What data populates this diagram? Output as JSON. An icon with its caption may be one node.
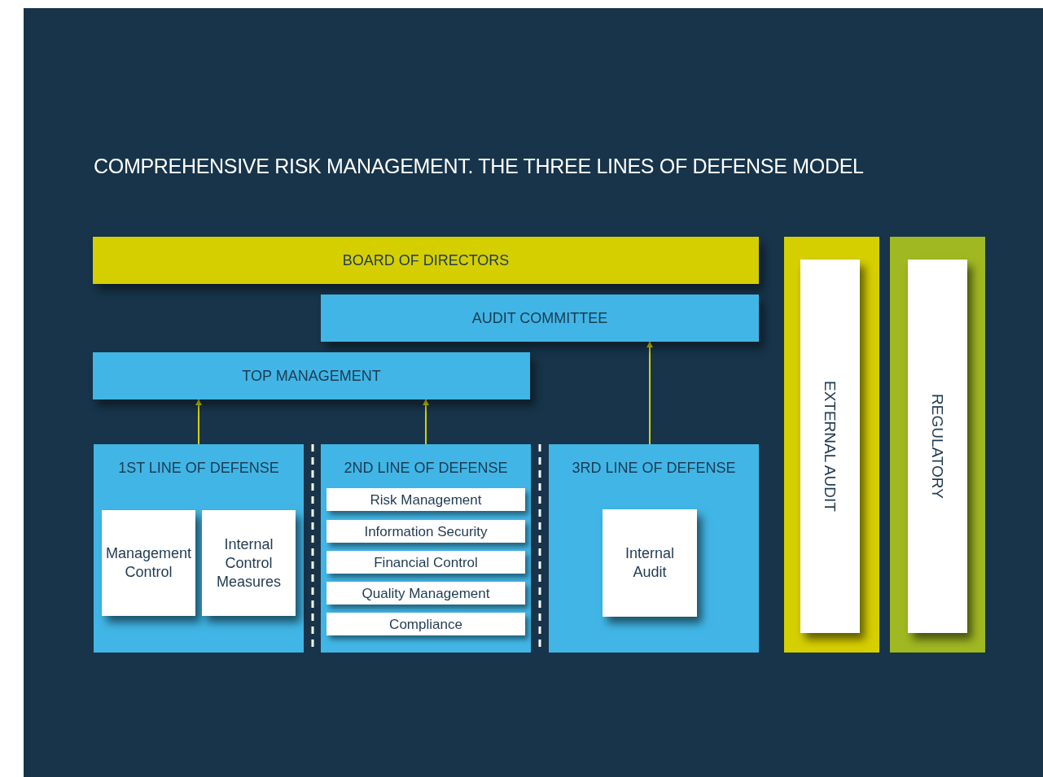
{
  "diagram": {
    "title": "COMPREHENSIVE RISK MANAGEMENT. THE THREE LINES OF DEFENSE MODEL",
    "nodes": [
      {
        "text": [
          "BOARD OF DIRECTORS"
        ]
      },
      {
        "text": [
          "AUDIT COMMITTEE"
        ]
      },
      {
        "text": [
          "TOP MANAGEMENT"
        ]
      },
      {
        "text": [
          "1ST LINE OF DEFENSE"
        ]
      },
      {
        "text": [
          "Management Control"
        ],
        "in": 3
      },
      {
        "text": [
          "Internal Control Measures"
        ],
        "in": 3
      },
      {
        "text": [
          "2ND LINE OF DEFENSE"
        ]
      },
      {
        "text": [
          "Risk Management"
        ],
        "in": 6
      },
      {
        "text": [
          "Information Security"
        ],
        "in": 6
      },
      {
        "text": [
          "Financial Control"
        ],
        "in": 6
      },
      {
        "text": [
          "Quality Management"
        ],
        "in": 6
      },
      {
        "text": [
          "Compliance"
        ],
        "in": 6
      },
      {
        "text": [
          "3RD LINE OF DEFENSE"
        ]
      },
      {
        "text": [
          "Internal Audit"
        ],
        "in": 12
      },
      {
        "text": [],
        "shape": "box"
      },
      {
        "text": [
          "EXTERNAL AUDIT"
        ],
        "in": 14
      },
      {
        "text": [],
        "shape": "box"
      },
      {
        "text": [
          "REGULATORY"
        ],
        "in": 16
      }
    ],
    "edges": [
      {
        "from": 3,
        "to": 2,
        "arrow": "to"
      },
      {
        "from": 6,
        "to": 2,
        "arrow": "to"
      },
      {
        "from": 12,
        "to": 1,
        "arrow": "to"
      }
    ]
  }
}
